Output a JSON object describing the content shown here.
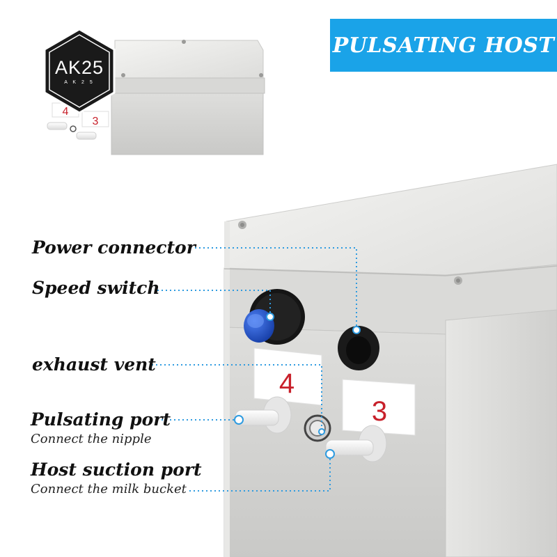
{
  "header": {
    "title": "PULSATING HOST"
  },
  "logo": {
    "text": "AK25",
    "tagline": "A K 2 5"
  },
  "labels": {
    "power_connector": "Power connector",
    "speed_switch": "Speed switch",
    "exhaust_vent": "exhaust vent",
    "pulsating_port": "Pulsating port",
    "pulsating_port_sub": "Connect the nipple",
    "host_suction_port": "Host suction port",
    "host_suction_port_sub": "Connect the milk bucket"
  },
  "port_tags": {
    "left": "4",
    "right": "3"
  },
  "colors": {
    "banner": "#1aa3e8",
    "knob": "#1d4fd0",
    "tag_number": "#c8202a",
    "leader": "#2e9be0"
  }
}
